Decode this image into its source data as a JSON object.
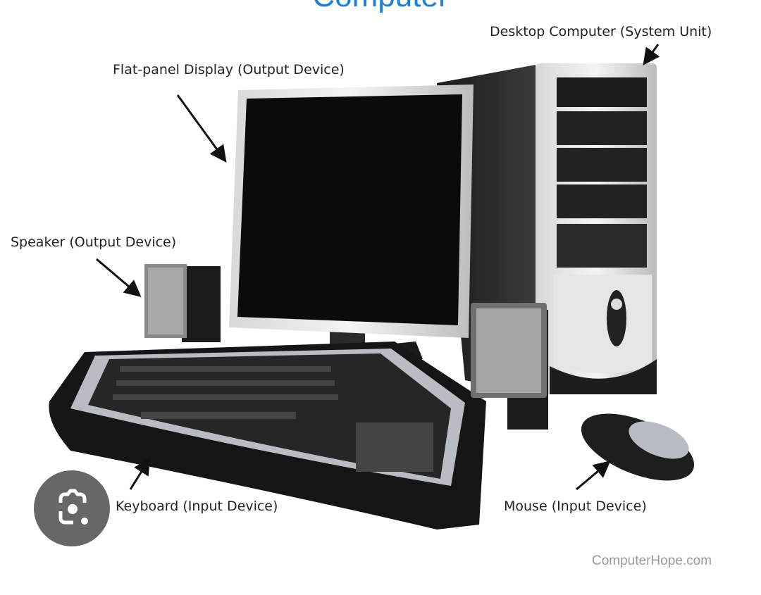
{
  "title": "Computer",
  "labels": {
    "system_unit": "Desktop Computer (System Unit)",
    "display": "Flat-panel Display (Output Device)",
    "speaker": "Speaker (Output Device)",
    "keyboard": "Keyboard (Input Device)",
    "mouse": "Mouse (Input Device)"
  },
  "credit": "ComputerHope.com",
  "overlay": {
    "icon": "google-lens-icon"
  },
  "colors": {
    "title": "#1f7fd8",
    "credit": "#9a9a9a"
  }
}
